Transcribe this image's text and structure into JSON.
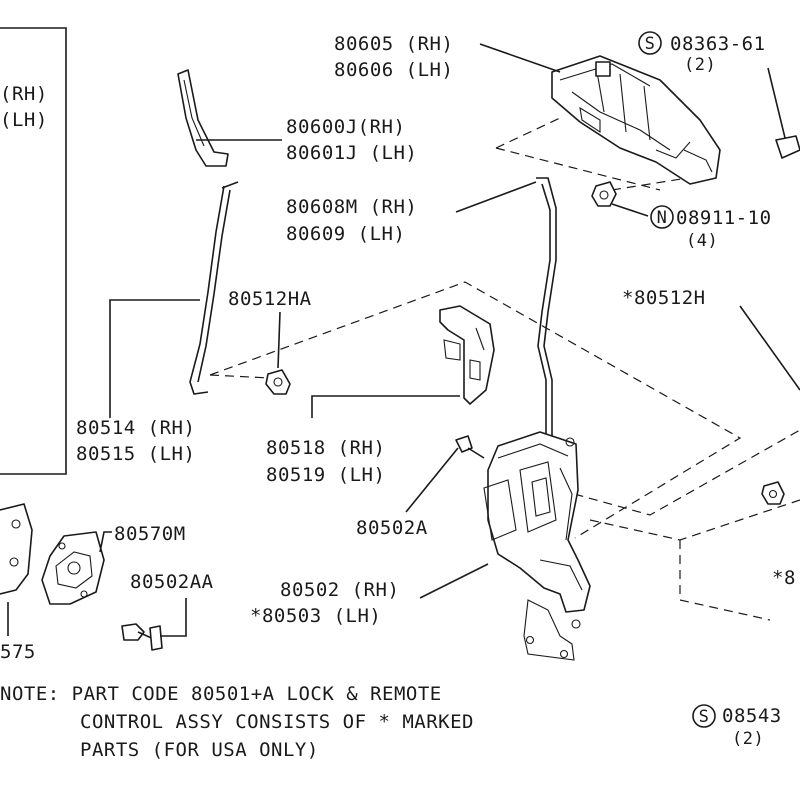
{
  "callouts": {
    "p80605": "80605 (RH)",
    "p80606": "80606 (LH)",
    "s08363": "08363-61",
    "s08363_qty": "(2)",
    "p80600j": "80600J(RH)",
    "p80601j": "80601J (LH)",
    "p80608m": "80608M (RH)",
    "p80609": "80609  (LH)",
    "n08911": "08911-10",
    "n08911_qty": "(4)",
    "p80512ha": "80512HA",
    "p80512h": "*80512H",
    "p80514": "80514 (RH)",
    "p80515": "80515 (LH)",
    "p80518": "80518 (RH)",
    "p80519": "80519 (LH)",
    "p80502a": "80502A",
    "p80570m": "80570M",
    "p80502aa": "80502AA",
    "p80502": "80502 (RH)",
    "p80503": "*80503 (LH)",
    "p80575": "575",
    "left_rh": "(RH)",
    "left_lh": "(LH)",
    "right_star": "*8",
    "s0854": "08543",
    "s0854_qty": "(2)"
  },
  "symbols": {
    "s": "S",
    "n": "N"
  },
  "note": {
    "line1": "NOTE: PART CODE 80501+A LOCK & REMOTE",
    "line2": "CONTROL ASSY CONSISTS OF * MARKED",
    "line3": "PARTS (FOR USA ONLY)"
  }
}
